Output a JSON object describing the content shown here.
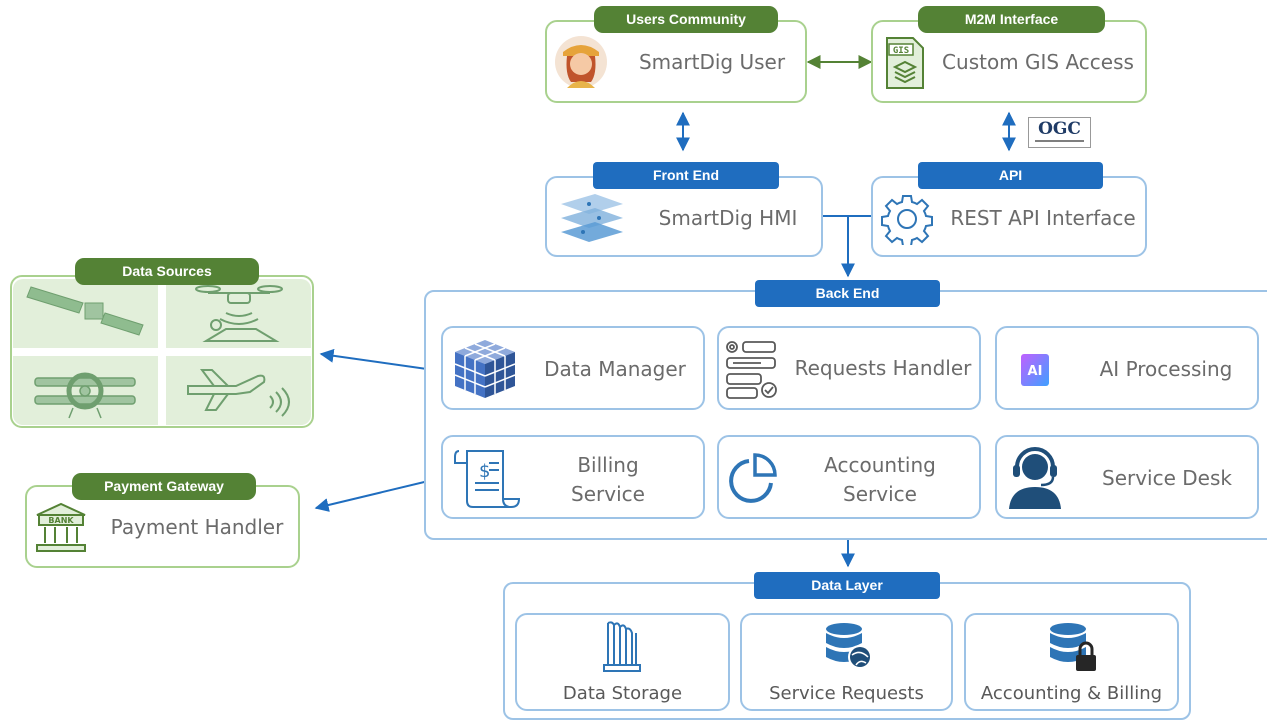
{
  "users": {
    "tag": "Users Community",
    "label": "SmartDig User"
  },
  "m2m": {
    "tag": "M2M Interface",
    "label": "Custom GIS Access",
    "gis_text": "GIS"
  },
  "ogc": {
    "logo_text": "OGC"
  },
  "frontend": {
    "tag": "Front End",
    "label": "SmartDig HMI"
  },
  "api": {
    "tag": "API",
    "label": "REST API Interface"
  },
  "data_sources": {
    "tag": "Data Sources"
  },
  "payment": {
    "tag": "Payment Gateway",
    "label": "Payment Handler",
    "bank_text": "BANK"
  },
  "backend": {
    "tag": "Back End",
    "data_manager": "Data Manager",
    "requests_handler": "Requests Handler",
    "ai_processing": "AI Processing",
    "ai_chip_text": "AI",
    "billing_l1": "Billing",
    "billing_l2": "Service",
    "accounting_l1": "Accounting",
    "accounting_l2": "Service",
    "service_desk": "Service Desk"
  },
  "datalayer": {
    "tag": "Data Layer",
    "storage": "Data Storage",
    "requests": "Service Requests",
    "accounting": "Accounting & Billing"
  },
  "colors": {
    "green": "#548235",
    "green_border": "#a9d18e",
    "blue": "#1f6dbf",
    "blue_border": "#9dc3e6",
    "icon_blue": "#2e75b6"
  }
}
